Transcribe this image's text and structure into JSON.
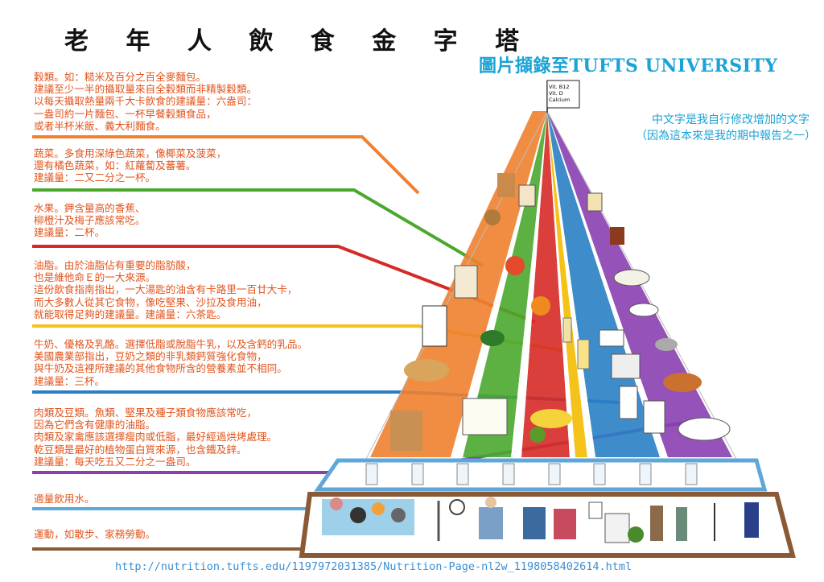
{
  "title": "老 年 人 飲 食 金 字 塔",
  "credit": "圖片擷錄至TUFTS UNIVERSITY",
  "notes": [
    "中文字是我自行修改增加的文字",
    "（因為這本來是我的期中報告之一）"
  ],
  "flag": {
    "line1": "Vit. B12",
    "line2": "Vit. D",
    "line3": "Calcium"
  },
  "sections": [
    {
      "id": "grains",
      "color": "#f0812f",
      "lines": [
        "穀類。如：糙米及百分之百全麥麵包。",
        "建議至少一半的攝取量來自全穀類而非精製穀類。",
        "以每天攝取熱量兩千大卡飲食的建議量：六盎司：",
        "一盎司約一片麵包、一杯早餐穀類食品，",
        "或者半杯米飯、義大利麵食。"
      ]
    },
    {
      "id": "vegetables",
      "color": "#4aa82d",
      "lines": [
        "蔬菜。多食用深綠色蔬菜，像椰菜及菠菜，",
        "還有橘色蔬菜，如：紅蘿蔔及蕃薯。",
        "建議量：二又二分之一杯。"
      ]
    },
    {
      "id": "fruits",
      "color": "#d62a26",
      "lines": [
        "水果。鉀含量高的香蕉、",
        "柳橙汁及梅子應該常吃。",
        "建議量：二杯。"
      ]
    },
    {
      "id": "oils",
      "color": "#f5c21a",
      "lines": [
        "油脂。由於油脂佔有重要的脂肪酸，",
        "也是維他命Ｅ的一大來源。",
        "這份飲食指南指出，一大湯匙的油含有卡路里一百廿大卡，",
        "而大多數人從其它食物，像吃堅果、沙拉及食用油，",
        "就能取得足夠的建議量。建議量：六茶匙。"
      ]
    },
    {
      "id": "dairy",
      "color": "#2a7fc4",
      "lines": [
        "牛奶、優格及乳酪。選擇低脂或脫脂牛乳，以及含鈣的乳品。",
        "美國農業部指出，豆奶之類的非乳類鈣質強化食物，",
        "與牛奶及這裡所建議的其他食物所含的營養素並不相同。",
        "建議量：三杯。"
      ]
    },
    {
      "id": "protein",
      "color": "#8a3fb0",
      "lines": [
        "肉類及豆類。魚類、堅果及種子類食物應該常吃，",
        "因為它們含有健康的油脂。",
        "肉類及家禽應該選擇瘦肉或低脂，最好經過烘烤處理。",
        "乾豆類是最好的植物蛋白質來源，也含鐵及鋅。",
        "建議量：每天吃五又二分之一盎司。"
      ]
    },
    {
      "id": "water",
      "color": "#5ea7d8",
      "lines": [
        "適量飲用水。"
      ]
    },
    {
      "id": "exercise",
      "color": "#8a5a36",
      "lines": [
        "運動，如散步、家務勞動。"
      ]
    }
  ],
  "source_url": "http://nutrition.tufts.edu/1197972031385/Nutrition-Page-nl2w_1198058402614.html"
}
